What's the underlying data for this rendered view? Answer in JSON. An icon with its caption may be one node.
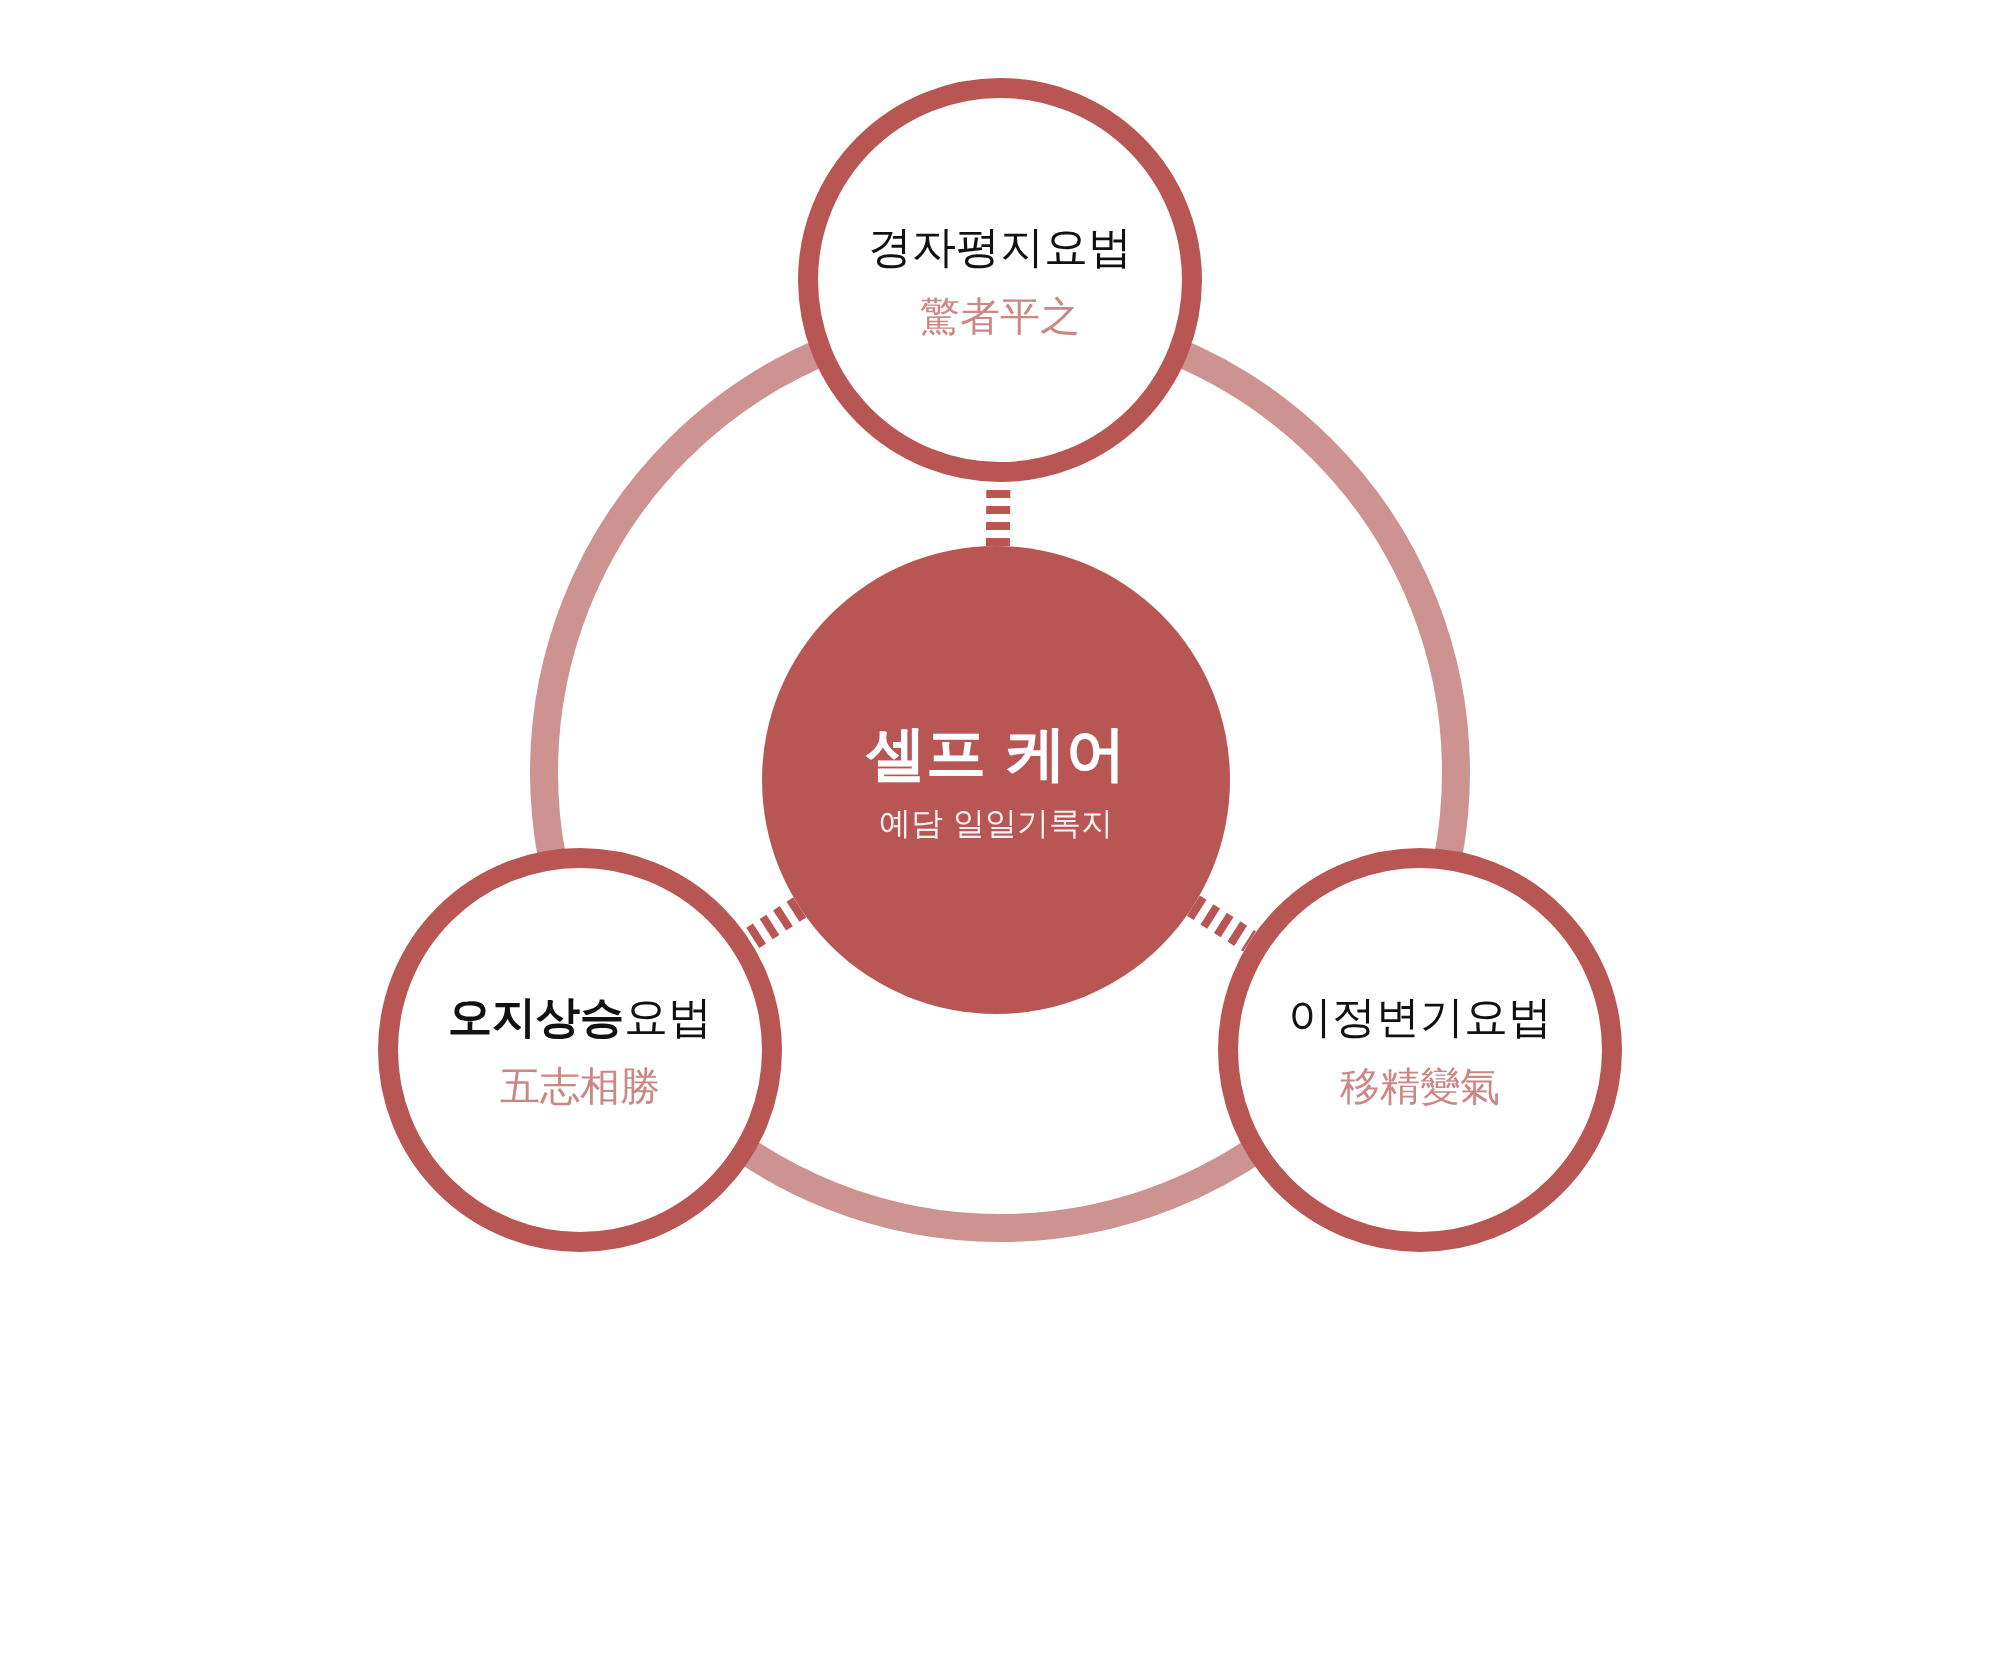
{
  "diagram": {
    "nodes": [
      {
        "text": [
          "셀프 케어",
          "예담 일일기록지"
        ]
      },
      {
        "text": [
          "경자평지요법",
          "驚者平之"
        ]
      },
      {
        "text": [
          "**오지상승**요법",
          "五志相勝"
        ]
      },
      {
        "text": [
          "이정변기요법",
          "移精變氣"
        ]
      }
    ],
    "edges": [
      {
        "from": 0,
        "to": 1,
        "arrow": "none",
        "style": "dashed"
      },
      {
        "from": 0,
        "to": 2,
        "arrow": "none",
        "style": "dashed"
      },
      {
        "from": 0,
        "to": 3,
        "arrow": "none",
        "style": "dashed"
      }
    ]
  }
}
